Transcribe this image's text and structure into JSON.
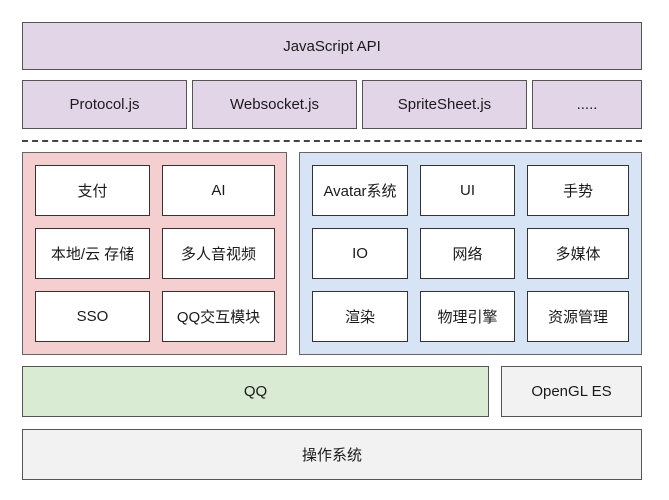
{
  "api_layer": {
    "title": "JavaScript API",
    "modules": [
      "Protocol.js",
      "Websocket.js",
      "SpriteSheet.js",
      "....."
    ]
  },
  "qq_services": {
    "items": [
      "支付",
      "AI",
      "本地/云 存储",
      "多人音视频",
      "SSO",
      "QQ交互模块"
    ]
  },
  "engine": {
    "items": [
      "Avatar系统",
      "UI",
      "手势",
      "IO",
      "网络",
      "多媒体",
      "渲染",
      "物理引擎",
      "资源管理"
    ]
  },
  "platform": {
    "qq": "QQ",
    "opengl": "OpenGL ES"
  },
  "os": {
    "label": "操作系统"
  },
  "colors": {
    "api": "#e2d5e8",
    "qq_panel": "#f5cfcf",
    "engine_panel": "#d6e4f5",
    "qq_bar": "#d9ebd3",
    "os_bar": "#f2f2f2"
  }
}
